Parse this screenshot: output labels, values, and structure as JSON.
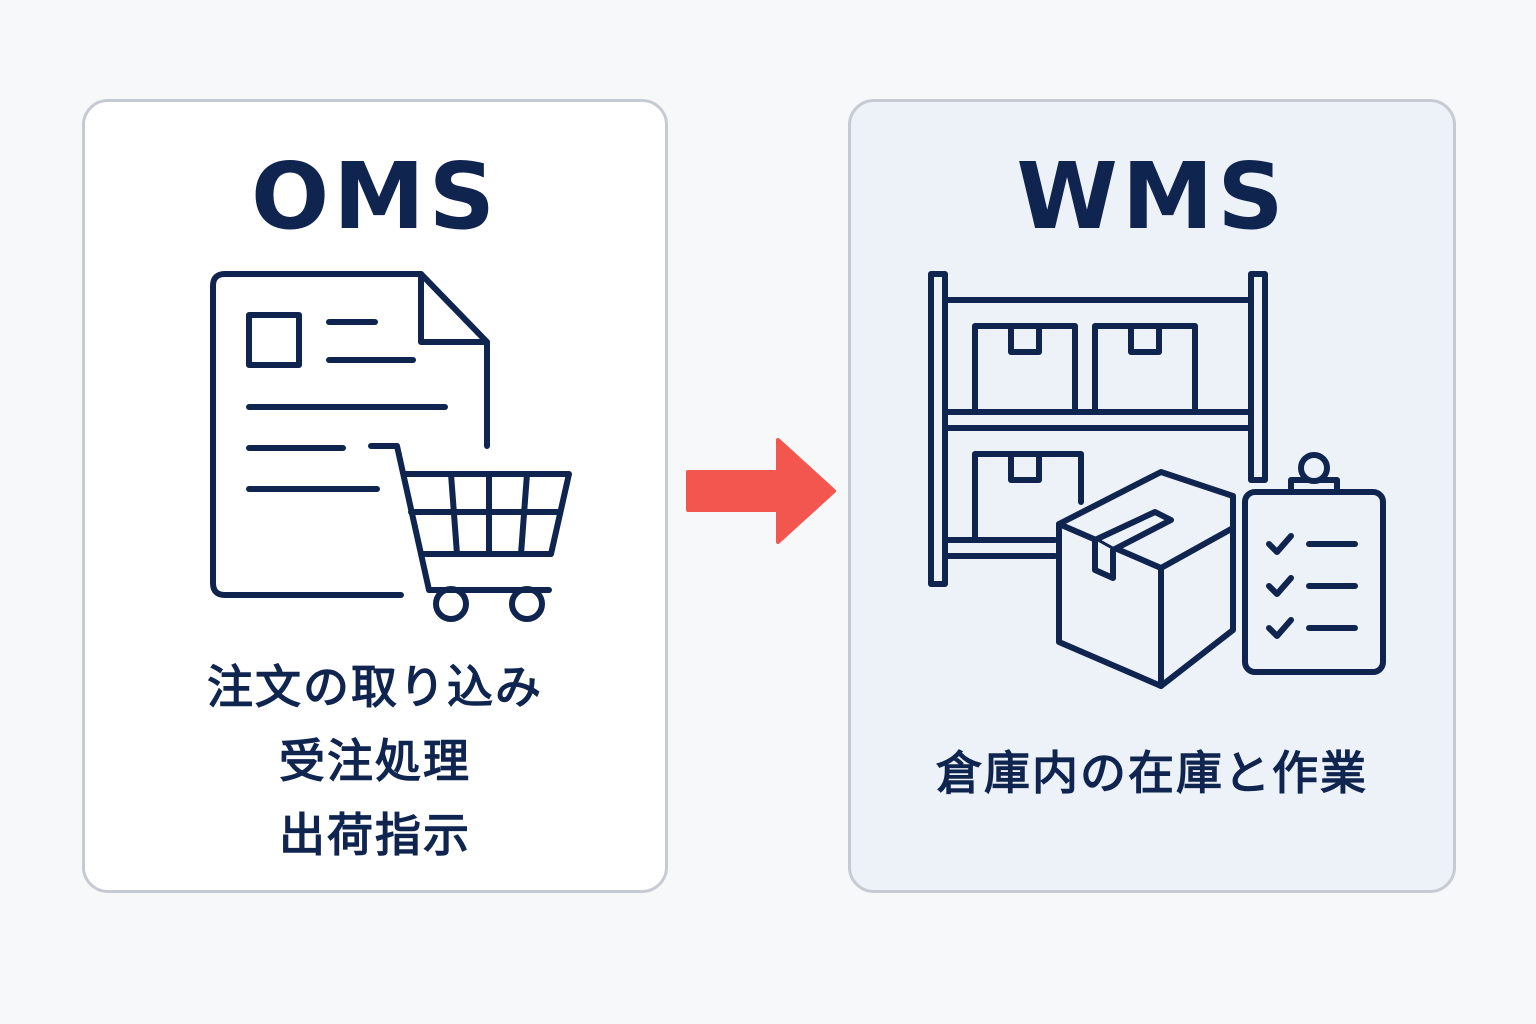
{
  "oms": {
    "title": "OMS",
    "lines": [
      "注文の取り込み",
      "受注処理",
      "出荷指示"
    ],
    "icons": [
      "document-icon",
      "shopping-cart-icon"
    ]
  },
  "wms": {
    "title": "WMS",
    "caption": "倉庫内の在庫と作業",
    "icons": [
      "warehouse-shelf-icon",
      "box-icon",
      "clipboard-checklist-icon"
    ]
  },
  "arrow": {
    "icon": "right-arrow-icon",
    "color": "#f2564f"
  },
  "colors": {
    "ink": "#0f2550",
    "oms_panel": "#ffffff",
    "wms_panel": "#edf2f8",
    "border": "#c6cbd3",
    "background": "#f7f8fa"
  }
}
